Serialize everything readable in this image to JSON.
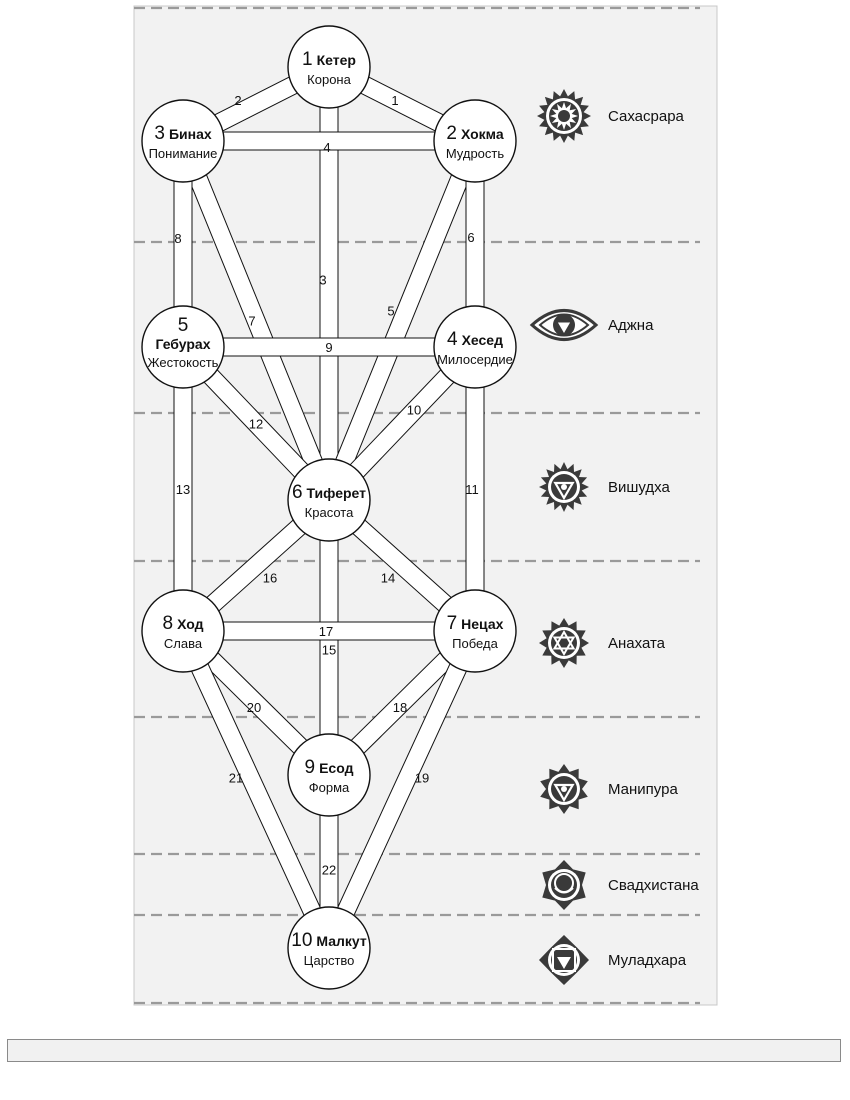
{
  "sefirot": [
    {
      "id": "keter",
      "number": "1",
      "name": "Кетер",
      "meaning": "Корона"
    },
    {
      "id": "hokhma",
      "number": "2",
      "name": "Хокма",
      "meaning": "Мудрость"
    },
    {
      "id": "binah",
      "number": "3",
      "name": "Бинах",
      "meaning": "Понимание"
    },
    {
      "id": "hesed",
      "number": "4",
      "name": "Хесед",
      "meaning": "Милосердие"
    },
    {
      "id": "geburah",
      "number": "5",
      "name": "Гебурах",
      "meaning": "Жестокость"
    },
    {
      "id": "tiferet",
      "number": "6",
      "name": "Тиферет",
      "meaning": "Красота"
    },
    {
      "id": "netzach",
      "number": "7",
      "name": "Нецах",
      "meaning": "Победа"
    },
    {
      "id": "hod",
      "number": "8",
      "name": "Ход",
      "meaning": "Слава"
    },
    {
      "id": "yesod",
      "number": "9",
      "name": "Есод",
      "meaning": "Форма"
    },
    {
      "id": "malkut",
      "number": "10",
      "name": "Малкут",
      "meaning": "Царство"
    }
  ],
  "paths": [
    {
      "number": "1",
      "from": "keter",
      "to": "hokhma"
    },
    {
      "number": "2",
      "from": "keter",
      "to": "binah"
    },
    {
      "number": "3",
      "from": "keter",
      "to": "tiferet"
    },
    {
      "number": "4",
      "from": "hokhma",
      "to": "binah"
    },
    {
      "number": "5",
      "from": "hokhma",
      "to": "tiferet"
    },
    {
      "number": "6",
      "from": "hokhma",
      "to": "hesed"
    },
    {
      "number": "7",
      "from": "binah",
      "to": "tiferet"
    },
    {
      "number": "8",
      "from": "binah",
      "to": "geburah"
    },
    {
      "number": "9",
      "from": "hesed",
      "to": "geburah"
    },
    {
      "number": "10",
      "from": "hesed",
      "to": "tiferet"
    },
    {
      "number": "11",
      "from": "hesed",
      "to": "netzach"
    },
    {
      "number": "12",
      "from": "geburah",
      "to": "tiferet"
    },
    {
      "number": "13",
      "from": "geburah",
      "to": "hod"
    },
    {
      "number": "14",
      "from": "tiferet",
      "to": "netzach"
    },
    {
      "number": "15",
      "from": "tiferet",
      "to": "yesod"
    },
    {
      "number": "16",
      "from": "tiferet",
      "to": "hod"
    },
    {
      "number": "17",
      "from": "netzach",
      "to": "hod"
    },
    {
      "number": "18",
      "from": "netzach",
      "to": "yesod"
    },
    {
      "number": "19",
      "from": "netzach",
      "to": "malkut"
    },
    {
      "number": "20",
      "from": "hod",
      "to": "yesod"
    },
    {
      "number": "21",
      "from": "hod",
      "to": "malkut"
    },
    {
      "number": "22",
      "from": "yesod",
      "to": "malkut"
    }
  ],
  "chakras": [
    {
      "id": "sahasrara",
      "label": "Сахасрара",
      "icon": "sahasrara-icon"
    },
    {
      "id": "ajna",
      "label": "Аджна",
      "icon": "ajna-icon"
    },
    {
      "id": "vishuddha",
      "label": "Вишудха",
      "icon": "vishuddha-icon"
    },
    {
      "id": "anahata",
      "label": "Анахата",
      "icon": "anahata-icon"
    },
    {
      "id": "manipura",
      "label": "Манипура",
      "icon": "manipura-icon"
    },
    {
      "id": "svadhisthana",
      "label": "Свадхистана",
      "icon": "svadhisthana-icon"
    },
    {
      "id": "muladhara",
      "label": "Муладхара",
      "icon": "muladhara-icon"
    }
  ],
  "colors": {
    "line": "#111111",
    "panel": "#f2f2f2",
    "divider": "#9a9a9a",
    "chakra_fill": "#3a3a3a"
  }
}
